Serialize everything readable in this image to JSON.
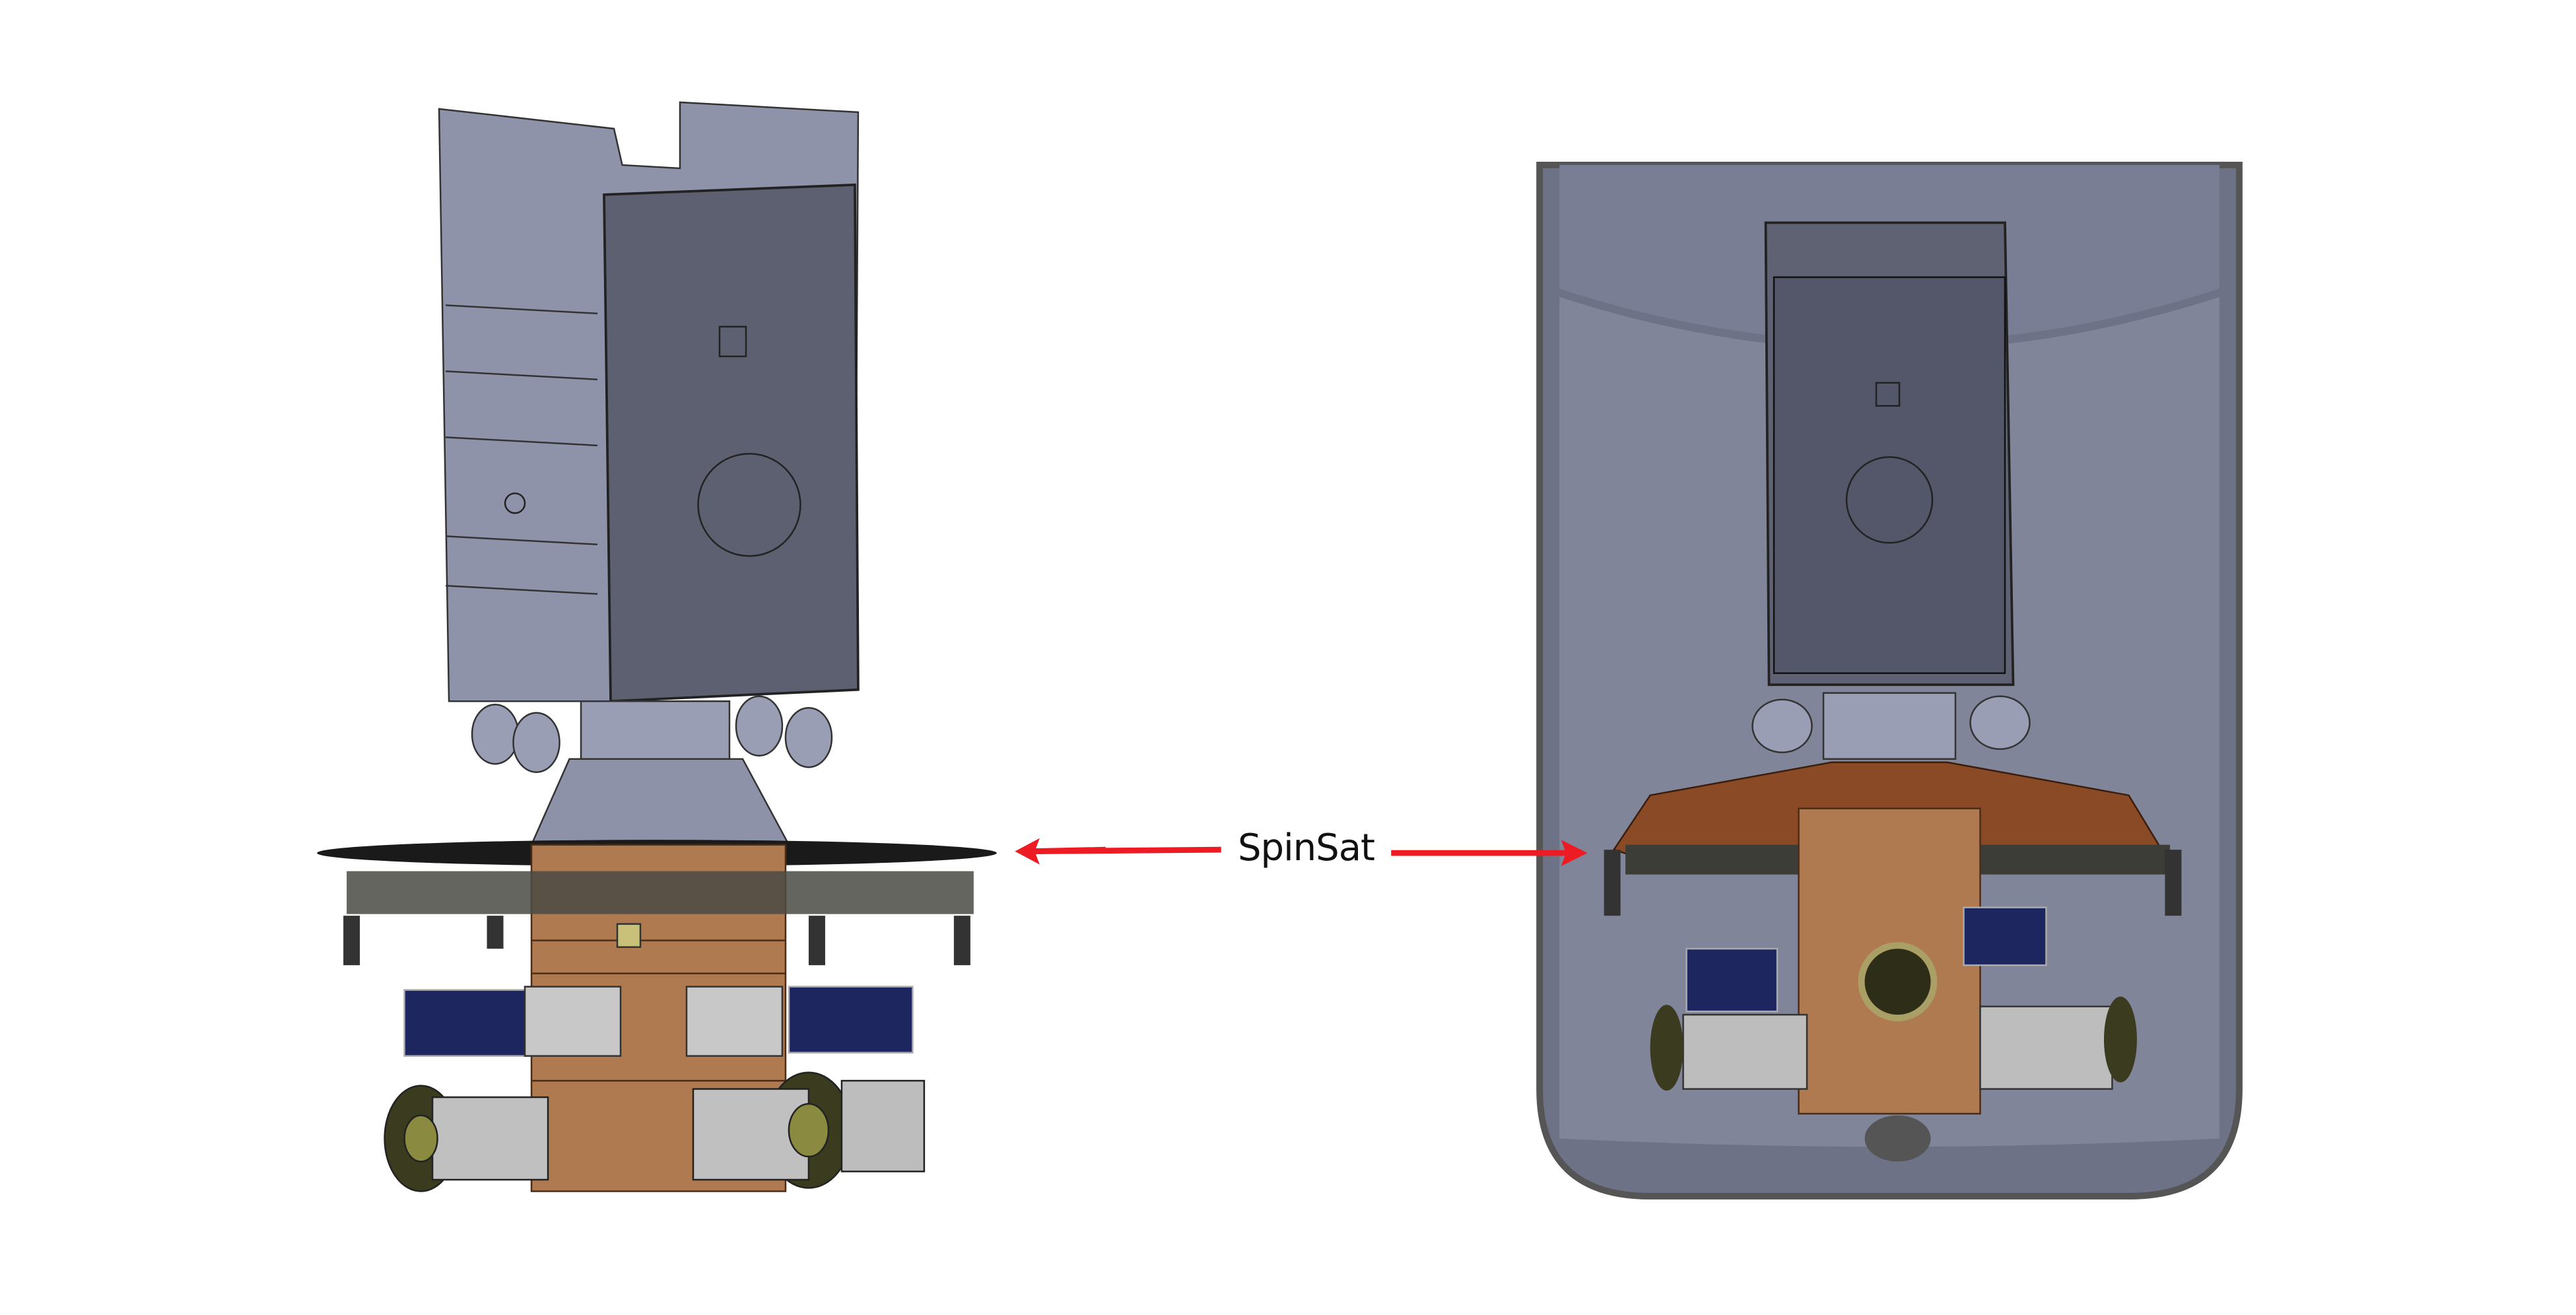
{
  "figure": {
    "label": "SpinSat",
    "arrow_color": "#ed1c24",
    "colors": {
      "structure_gray": "#8a8fa6",
      "dark_gray": "#55586a",
      "copper": "#b07a50",
      "fairing": "#7d8196"
    },
    "views": [
      "stack-exterior-view",
      "stack-in-fairing-view"
    ]
  }
}
